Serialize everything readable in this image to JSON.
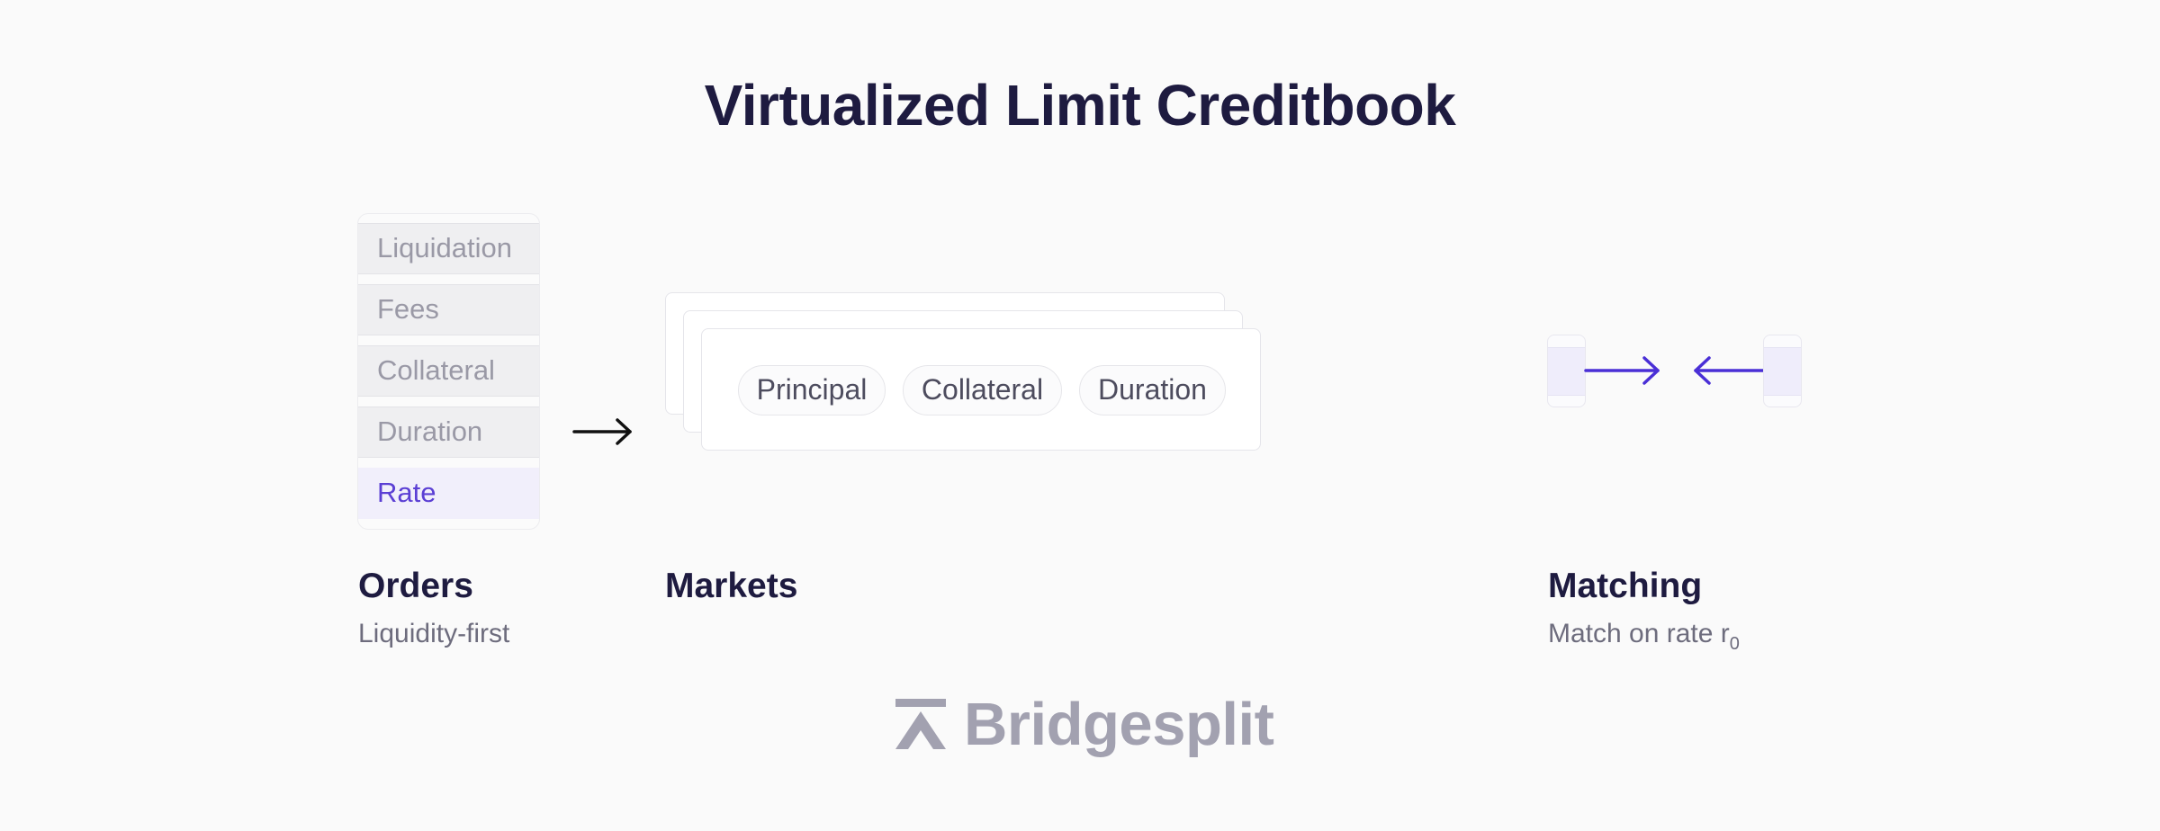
{
  "title": "Virtualized Limit Creditbook",
  "orders": {
    "fields": [
      "Liquidation",
      "Fees",
      "Collateral",
      "Duration",
      "Rate"
    ],
    "highlighted_field": "Rate",
    "label": "Orders",
    "subtitle": "Liquidity-first"
  },
  "markets": {
    "pills": [
      "Principal",
      "Collateral",
      "Duration"
    ],
    "label": "Markets"
  },
  "matching": {
    "label": "Matching",
    "subtitle": "Match on rate r",
    "subtitle_subscript": "0"
  },
  "brand": {
    "name": "Bridgesplit"
  },
  "colors": {
    "title": "#1e1b40",
    "accent": "#5b3fd4",
    "muted_text": "#9a99a6",
    "logo": "#a2a1b0",
    "background": "#fafafa"
  }
}
